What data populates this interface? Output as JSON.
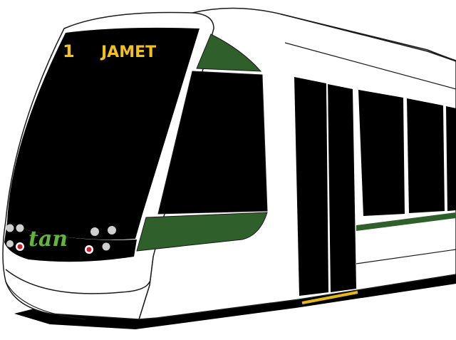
{
  "tram": {
    "route_number": "1",
    "destination": "JAMET",
    "operator_logo": "tan"
  },
  "colors": {
    "body": "#ffffff",
    "outline": "#1a1a1a",
    "glass": "#000000",
    "accent_green": "#2f5f2a",
    "display_text": "#f2c21b",
    "logo_green": "#5fb63a",
    "lamp_white": "#cfcfcf",
    "lamp_red": "#d21f2a",
    "step_yellow": "#e4b81a"
  }
}
